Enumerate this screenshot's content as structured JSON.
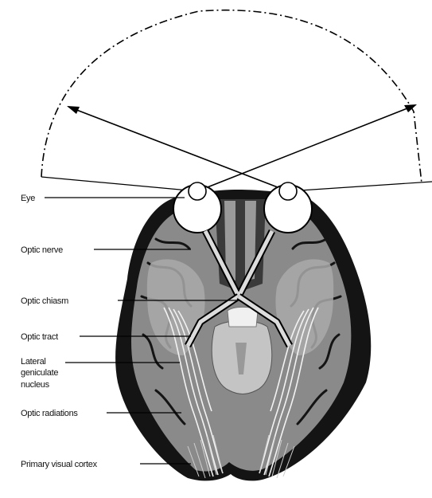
{
  "labels": {
    "eye": "Eye",
    "optic_nerve": "Optic nerve",
    "optic_chiasm": "Optic chiasm",
    "optic_tract": "Optic tract",
    "lgn_line1": "Lateral",
    "lgn_line2": "geniculate",
    "lgn_line3": "nucleus",
    "optic_radiations": "Optic radiations",
    "primary_visual_cortex": "Primary visual cortex"
  },
  "colors": {
    "outer_cortex": "#141414",
    "cortex_gray": "#8a8a8a",
    "inner_gray": "#a9a9a9",
    "light_gray": "#c4c4c4",
    "pathway": "#dcdcdc",
    "line": "#000000"
  }
}
